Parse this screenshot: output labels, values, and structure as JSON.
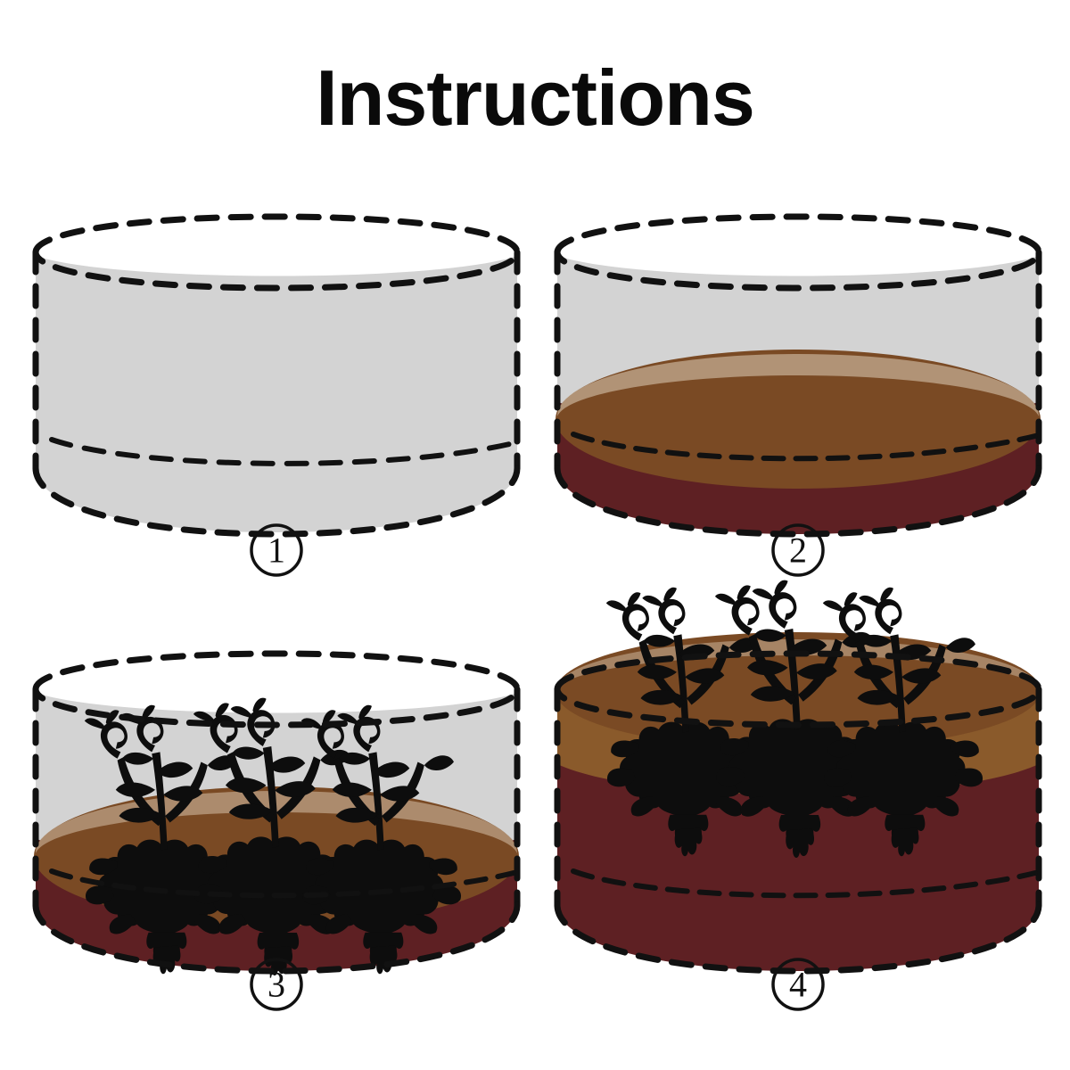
{
  "page": {
    "title": "Instructions",
    "background_color": "#ffffff"
  },
  "colors": {
    "outline": "#111111",
    "bag_fabric": "#d3d3d3",
    "soil_surface": "#7a4a24",
    "soil_surface_light": "#8a5a2b",
    "bag_body_maroon": "#5e2023",
    "bag_body_maroon_dark": "#4d1a18",
    "plant": "#0d0d0d",
    "text": "#0a0a0a"
  },
  "steps": [
    {
      "number": "1",
      "marker": "circled-number-1",
      "name": "empty-grow-bag",
      "caption_alt": "Empty fabric grow bag",
      "has_soil": false,
      "soil_level": 0,
      "has_plants": false
    },
    {
      "number": "2",
      "marker": "circled-number-2",
      "name": "grow-bag-partially-filled",
      "caption_alt": "Fill bag partially with soil",
      "has_soil": true,
      "soil_level": 35,
      "has_plants": false
    },
    {
      "number": "3",
      "marker": "circled-number-3",
      "name": "grow-bag-with-seedlings",
      "caption_alt": "Plant seedlings in the soil",
      "has_soil": true,
      "soil_level": 35,
      "has_plants": true,
      "plant_count": 3
    },
    {
      "number": "4",
      "marker": "circled-number-4",
      "name": "grow-bag-filled-and-planted",
      "caption_alt": "Top up with soil to the rim",
      "has_soil": true,
      "soil_level": 100,
      "has_plants": true,
      "plant_count": 3
    }
  ],
  "icons": {
    "plant": "plant-silhouette-icon",
    "circle_number": "circled-number-icon"
  }
}
